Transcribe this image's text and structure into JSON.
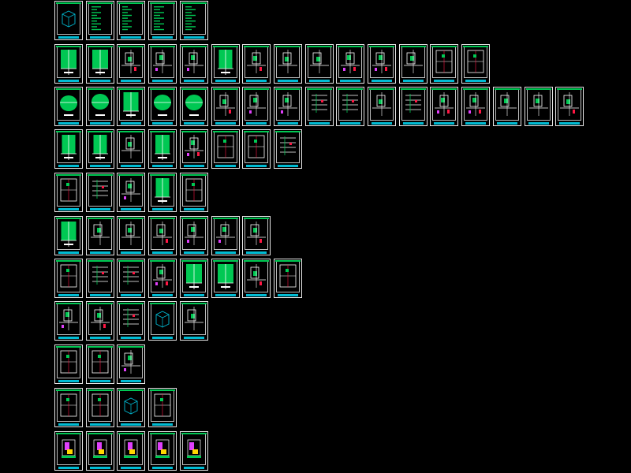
{
  "canvas": {
    "background": "#000000"
  },
  "palette": {
    "frame": "#e8e8e8",
    "inner": "#bdbdbd",
    "hatch": "#00c853",
    "line": "#ffffff",
    "titleblock": "#00bcd4",
    "accent_red": "#ff1744",
    "accent_magenta": "#e040fb",
    "accent_yellow": "#ffd600"
  },
  "rows": [
    {
      "count": 5,
      "styles": [
        "iso-block",
        "text-sheet",
        "text-sheet",
        "text-sheet",
        "text-sheet"
      ]
    },
    {
      "count": 14,
      "styles": [
        "hatch",
        "hatch",
        "detail",
        "detail",
        "detail",
        "hatch",
        "detail",
        "detail",
        "detail",
        "detail",
        "detail",
        "detail",
        "frame",
        "frame"
      ]
    },
    {
      "count": 17,
      "styles": [
        "round",
        "round",
        "hatch",
        "round",
        "round",
        "detail",
        "detail",
        "detail",
        "lines",
        "lines",
        "detail",
        "lines",
        "detail",
        "detail",
        "detail",
        "detail",
        "detail"
      ]
    },
    {
      "count": 8,
      "styles": [
        "hatch",
        "hatch",
        "detail",
        "hatch",
        "detail",
        "frame",
        "frame",
        "lines"
      ]
    },
    {
      "count": 5,
      "styles": [
        "frame",
        "lines",
        "detail",
        "hatch",
        "frame"
      ]
    },
    {
      "count": 7,
      "styles": [
        "hatch",
        "detail",
        "detail",
        "detail",
        "detail",
        "detail",
        "detail"
      ]
    },
    {
      "count": 8,
      "styles": [
        "frame",
        "lines",
        "lines",
        "detail",
        "hatch",
        "hatch",
        "detail",
        "frame"
      ]
    },
    {
      "count": 5,
      "styles": [
        "detail",
        "detail",
        "lines",
        "iso-block",
        "detail"
      ]
    },
    {
      "count": 3,
      "styles": [
        "frame",
        "frame",
        "detail"
      ]
    },
    {
      "count": 4,
      "styles": [
        "frame",
        "frame",
        "iso-block",
        "frame"
      ]
    },
    {
      "count": 5,
      "styles": [
        "color",
        "color",
        "color",
        "color",
        "color"
      ]
    }
  ]
}
